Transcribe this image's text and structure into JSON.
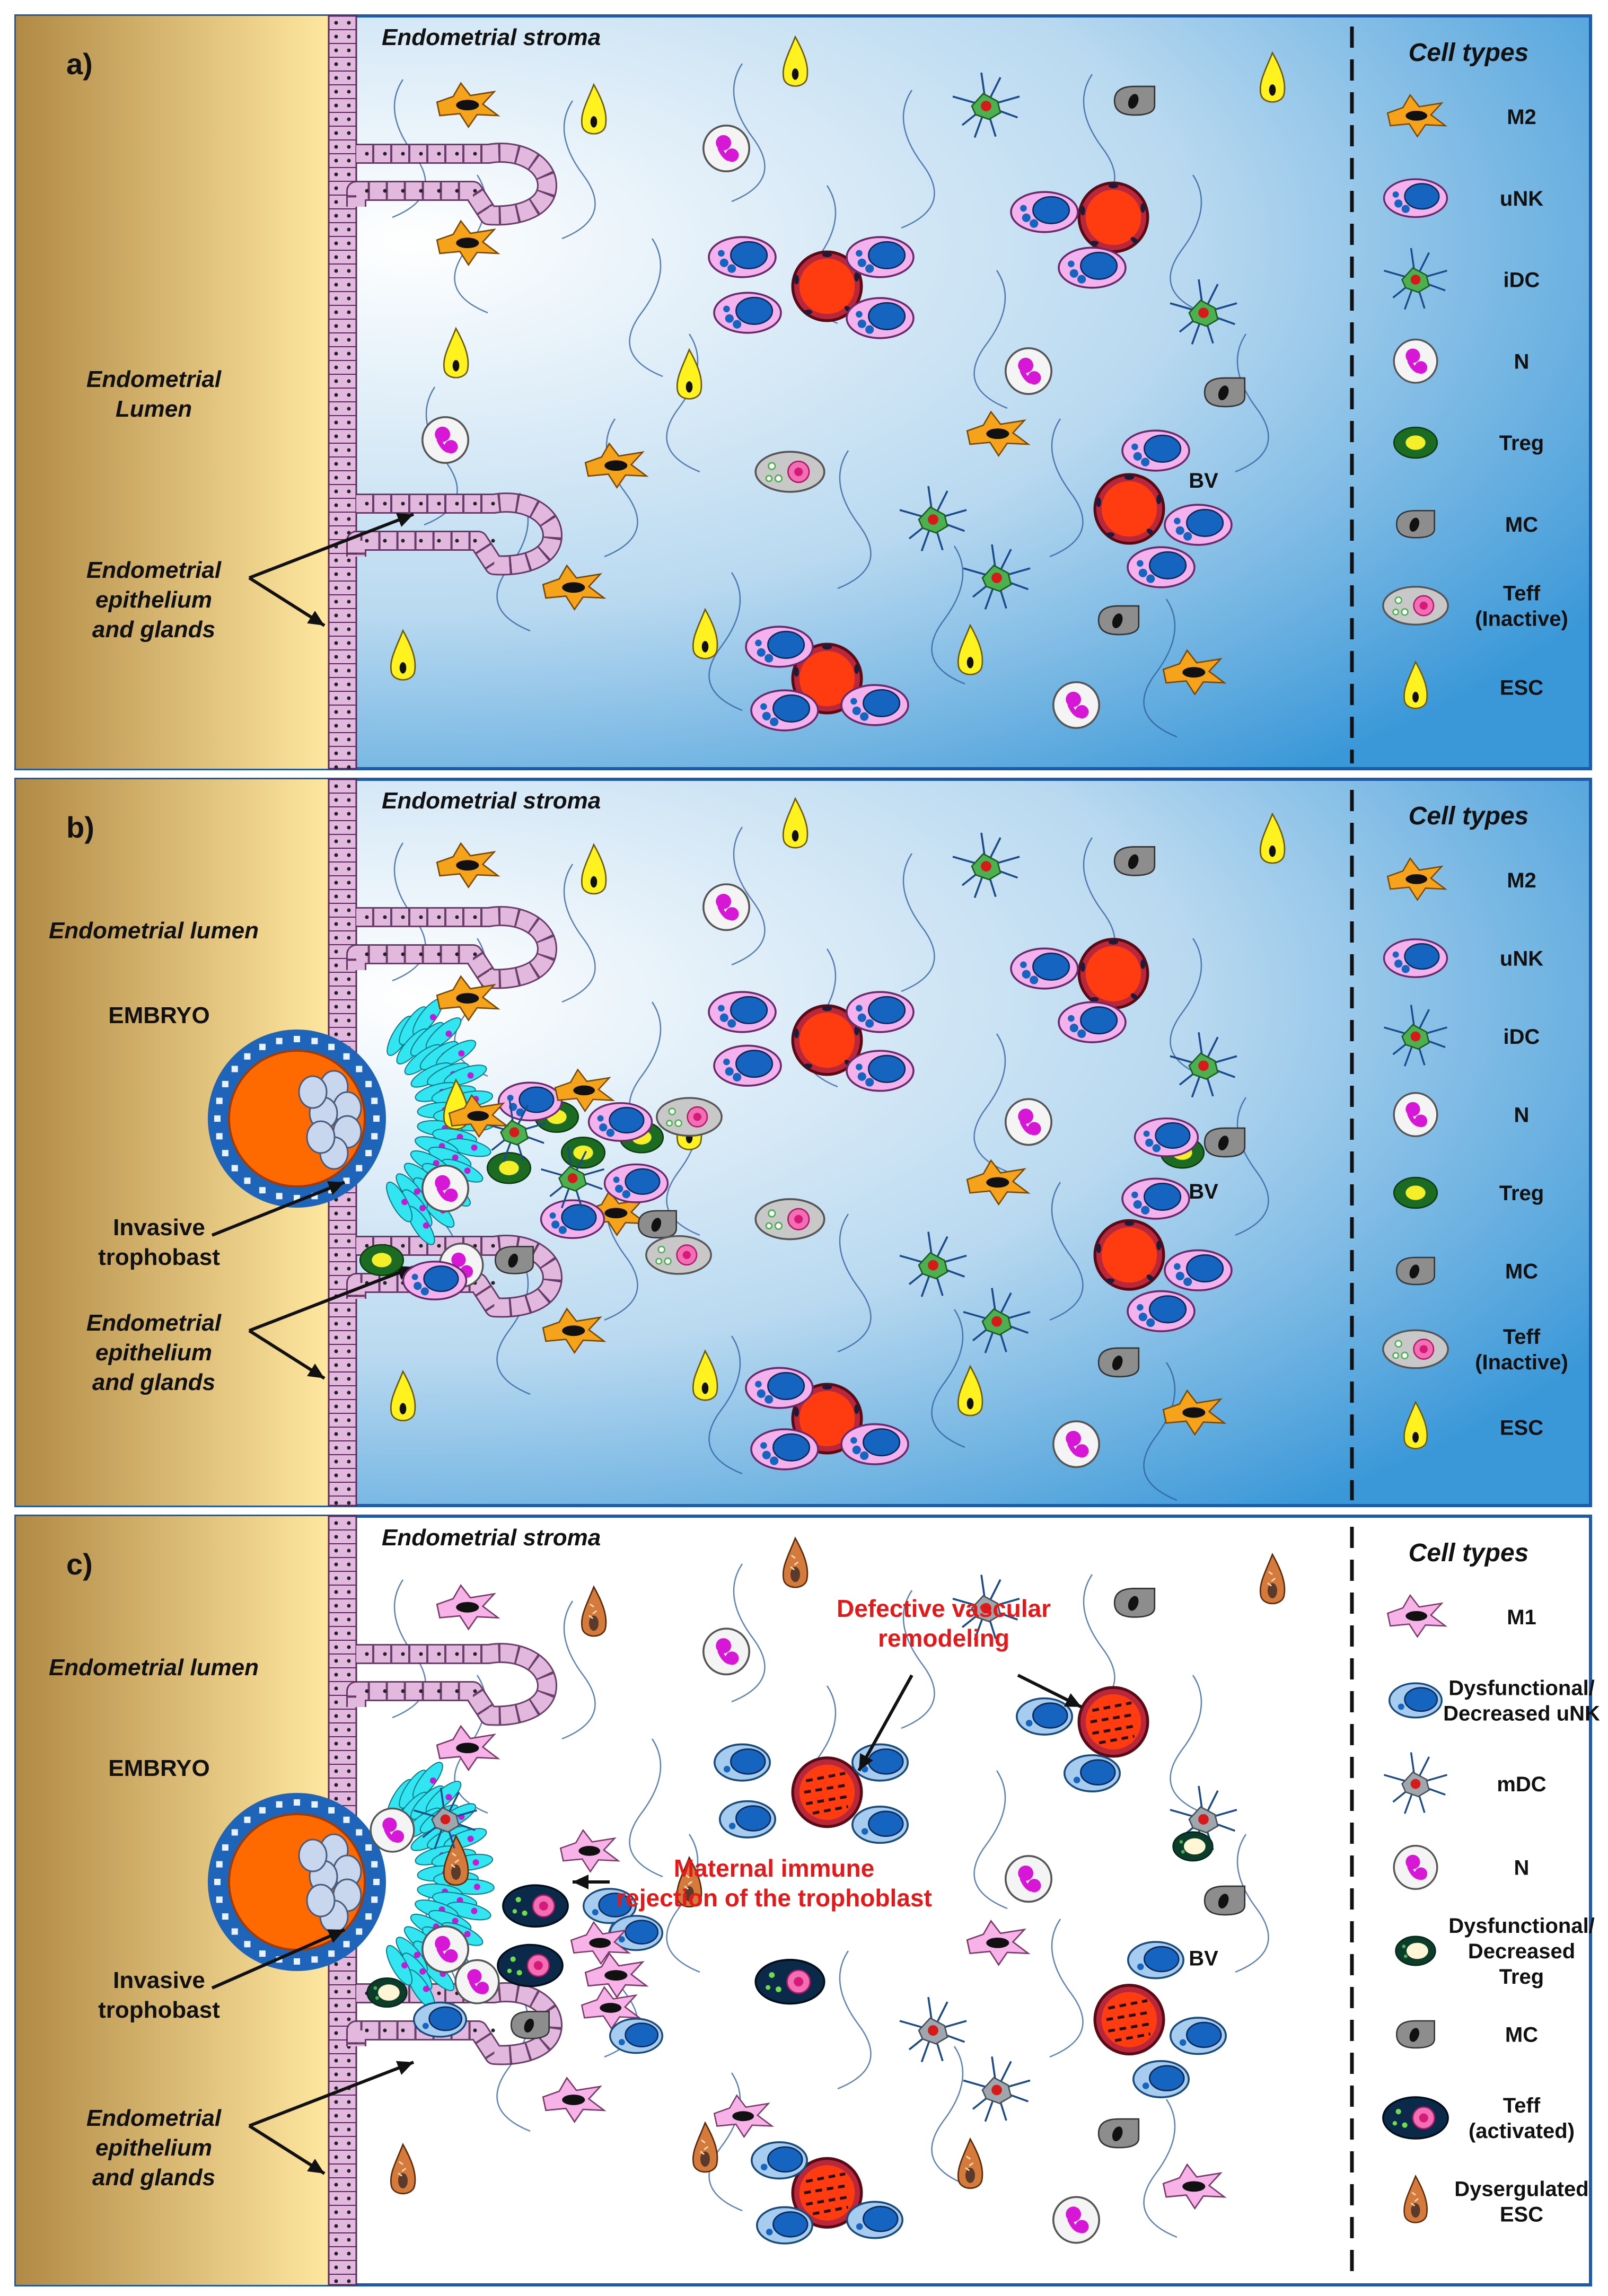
{
  "panels": [
    {
      "letter": "a)",
      "stroma": "Endometrial stroma",
      "lumen": "Endometrial\nLumen",
      "epithelium": "Endometrial\nepithelium\nand glands",
      "bv": "BV",
      "legend_title": "Cell types",
      "legend": [
        {
          "label": "M2",
          "icon": "m2-macrophage-icon"
        },
        {
          "label": "uNK",
          "icon": "unk-cell-icon"
        },
        {
          "label": "iDC",
          "icon": "idc-icon"
        },
        {
          "label": "N",
          "icon": "neutrophil-icon"
        },
        {
          "label": "Treg",
          "icon": "treg-icon"
        },
        {
          "label": "MC",
          "icon": "mast-cell-icon"
        },
        {
          "label": "Teff\n(Inactive)",
          "icon": "teff-inactive-icon"
        },
        {
          "label": "ESC",
          "icon": "esc-icon"
        }
      ]
    },
    {
      "letter": "b)",
      "stroma": "Endometrial stroma",
      "lumen": "Endometrial lumen",
      "embryo": "EMBRYO",
      "trophoblast": "Invasive\ntrophobast",
      "epithelium": "Endometrial\nepithelium\nand glands",
      "bv": "BV",
      "legend_title": "Cell types",
      "legend": [
        {
          "label": "M2",
          "icon": "m2-macrophage-icon"
        },
        {
          "label": "uNK",
          "icon": "unk-cell-icon"
        },
        {
          "label": "iDC",
          "icon": "idc-icon"
        },
        {
          "label": "N",
          "icon": "neutrophil-icon"
        },
        {
          "label": "Treg",
          "icon": "treg-icon"
        },
        {
          "label": "MC",
          "icon": "mast-cell-icon"
        },
        {
          "label": "Teff\n(Inactive)",
          "icon": "teff-inactive-icon"
        },
        {
          "label": "ESC",
          "icon": "esc-icon"
        }
      ]
    },
    {
      "letter": "c)",
      "stroma": "Endometrial stroma",
      "lumen": "Endometrial lumen",
      "embryo": "EMBRYO",
      "trophoblast": "Invasive\ntrophobast",
      "epithelium": "Endometrial\nepithelium\nand glands",
      "bv": "BV",
      "defective": "Defective vascular\nremodeling",
      "rejection": "Maternal immune\nrejection of the trophoblast",
      "legend_title": "Cell types",
      "legend": [
        {
          "label": "M1",
          "icon": "m1-macrophage-icon"
        },
        {
          "label": "Dysfunctional/\nDecreased uNK",
          "icon": "dysfunctional-unk-icon"
        },
        {
          "label": "mDC",
          "icon": "mdc-icon"
        },
        {
          "label": "N",
          "icon": "neutrophil-icon"
        },
        {
          "label": "Dysfunctional/\nDecreased\nTreg",
          "icon": "dysfunctional-treg-icon"
        },
        {
          "label": "MC",
          "icon": "mast-cell-icon"
        },
        {
          "label": "Teff\n(activated)",
          "icon": "teff-activated-icon"
        },
        {
          "label": "Dysergulated\nESC",
          "icon": "dysregulated-esc-icon"
        }
      ]
    }
  ],
  "colors": {
    "lumen_dark": "#b8904a",
    "lumen_light": "#ffe49a",
    "stroma_light": "#ffffff",
    "stroma_blue": "#2f93d6",
    "epithelium": "#e3b8de",
    "m2": "#f5a31b",
    "m1": "#f7b3e8",
    "unk": "#f3b1ee",
    "nucleus": "#1565c0",
    "idc": "#4caf50",
    "mdc": "#9ea7ad",
    "neutrophil": "#d617d6",
    "treg": "#1b5e20",
    "mc": "#8d8d8d",
    "teff": "#c8c8c8",
    "teff_active": "#0b2a4a",
    "esc": "#fff21f",
    "esc_dys": "#d47a3a",
    "bv": "#ff3b10",
    "embryo": "#ff6a00",
    "trophoblast": "#31e6f0",
    "red_text": "#e41a1a"
  }
}
